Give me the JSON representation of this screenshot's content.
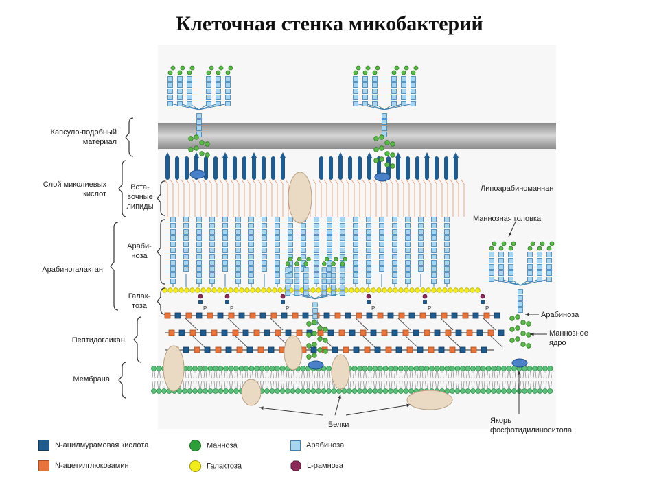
{
  "title": "Клеточная стенка микобактерий",
  "labels": {
    "capsule": "Капсуло-подобный материал",
    "mycolic_layer": "Слой миколиевых кислот",
    "inserted_lipids": "Вста-вочные липиды",
    "arabinogalactan": "Арабиногалактан",
    "arabinose_layer": "Араби-ноза",
    "galactose_layer": "Галак-тоза",
    "peptidoglycan": "Пептидогликан",
    "membrane": "Мембрана",
    "lipoarabinomannan": "Липоарабиноманнан",
    "mannose_cap": "Маннозная головка",
    "arabinose_right": "Арабиноза",
    "mannose_core": "Маннозное ядро",
    "pi_anchor": "Якорь фосфотидилиноситола",
    "proteins": "Белки",
    "phosphate": "P"
  },
  "legend": [
    {
      "label": "N-ацилмурамовая кислота",
      "shape": "square",
      "color": "#1f5b8e"
    },
    {
      "label": "N-ацетилглюкозамин",
      "shape": "square",
      "color": "#e8743b"
    },
    {
      "label": "Манноза",
      "shape": "circle",
      "color": "#2e9e3a"
    },
    {
      "label": "Галактоза",
      "shape": "circle",
      "color": "#f2ec1a"
    },
    {
      "label": "Арабиноза",
      "shape": "square",
      "color": "#a9d4ee"
    },
    {
      "label": "L-рамноза",
      "shape": "octagon",
      "color": "#8e2a5a"
    }
  ],
  "colors": {
    "arabinose": "#a9d4ee",
    "arabinose_stroke": "#3d7fae",
    "mannose": "#5cb84a",
    "galactose": "#f2ec1a",
    "murnac": "#1f5b8e",
    "glcnac": "#e8743b",
    "rhamnose": "#8e2a5a",
    "protein": "#ead9c3",
    "membrane_head": "#5cc07a",
    "capsule": "#b5b5b5",
    "lipid_line": "#e9a07a"
  }
}
